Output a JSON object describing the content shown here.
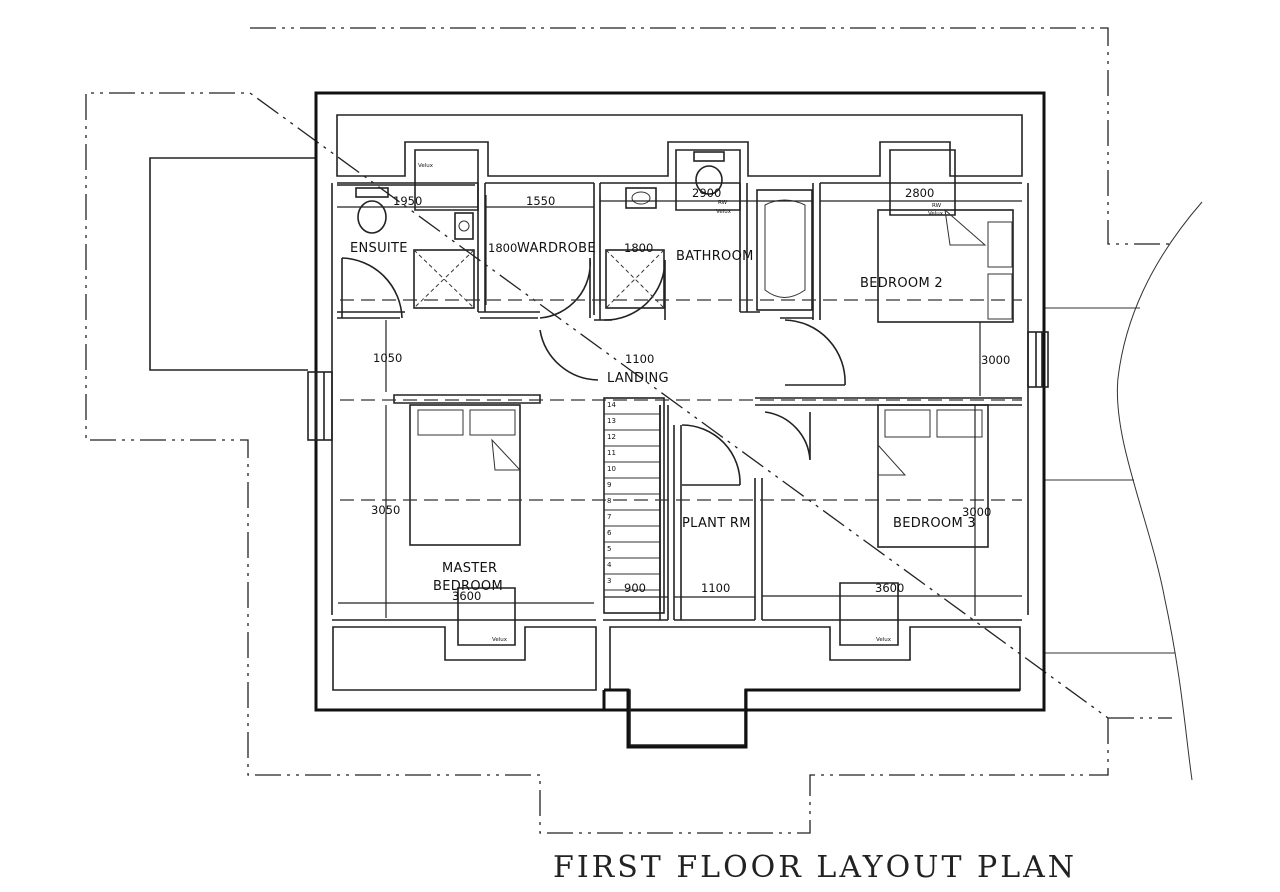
{
  "title": "FIRST FLOOR LAYOUT PLAN",
  "rooms": {
    "ensuite": "ENSUITE",
    "wardrobe": "WARDROBE",
    "bathroom": "BATHROOM",
    "bedroom2": "BEDROOM 2",
    "landing": "LANDING",
    "master_line1": "MASTER",
    "master_line2": "BEDROOM",
    "plant": "PLANT RM",
    "bedroom3": "BEDROOM 3"
  },
  "dimensions": {
    "ensuite_w": "1950",
    "wardrobe_w": "1550",
    "bathroom_w": "2900",
    "bed2_w": "2800",
    "ensuite_h": "1800",
    "bathroom_h": "1800",
    "landing_w": "1100",
    "master_upper": "1050",
    "master_h": "3050",
    "master_w": "3600",
    "bed2_h": "3000",
    "bed3_h": "3000",
    "bed3_w": "3600",
    "stair_w": "900",
    "plant_w": "1100"
  },
  "small_labels": {
    "velux": "Velux",
    "rw": "RW",
    "velux_rw_top": "RW",
    "velux_rw_bottom": "Velux"
  },
  "stair_numbers": [
    "14",
    "13",
    "12",
    "11",
    "10",
    "9",
    "8",
    "7",
    "6",
    "5",
    "4",
    "3"
  ]
}
